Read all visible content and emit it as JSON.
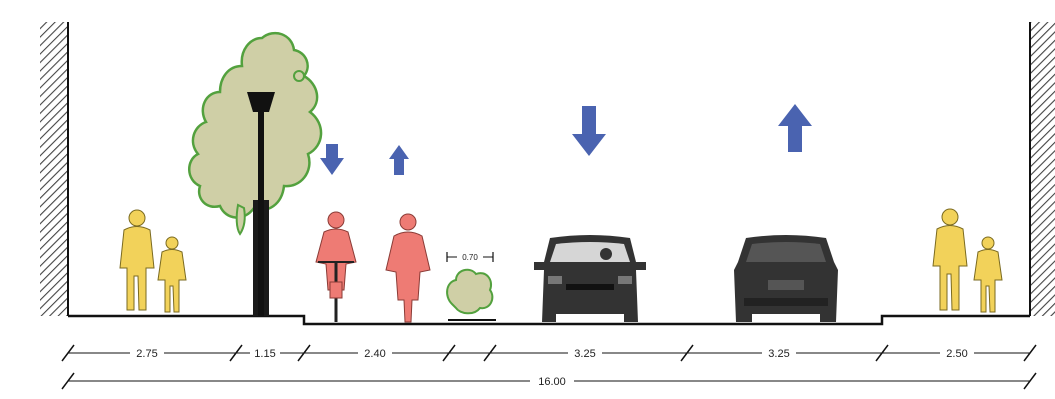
{
  "colors": {
    "pedestrian": "#f2d25a",
    "cyclist": "#ee7b74",
    "tree_fill": "#cfcfa6",
    "tree_outline": "#53a13e",
    "arrow": "#4a63b0",
    "car": "#333333",
    "line": "#111111"
  },
  "icons": [
    "pedestrian-icon",
    "street-lamp-icon",
    "tree-icon",
    "cyclist-icon",
    "shrub-icon",
    "car-icon",
    "arrow-up-icon",
    "arrow-down-icon",
    "wall-hatch-icon"
  ],
  "dimensions": {
    "segments": [
      "2.75",
      "1.15",
      "2.40",
      "3.25",
      "3.25",
      "2.50"
    ],
    "planter_width": "0.70",
    "total": "16.00"
  }
}
